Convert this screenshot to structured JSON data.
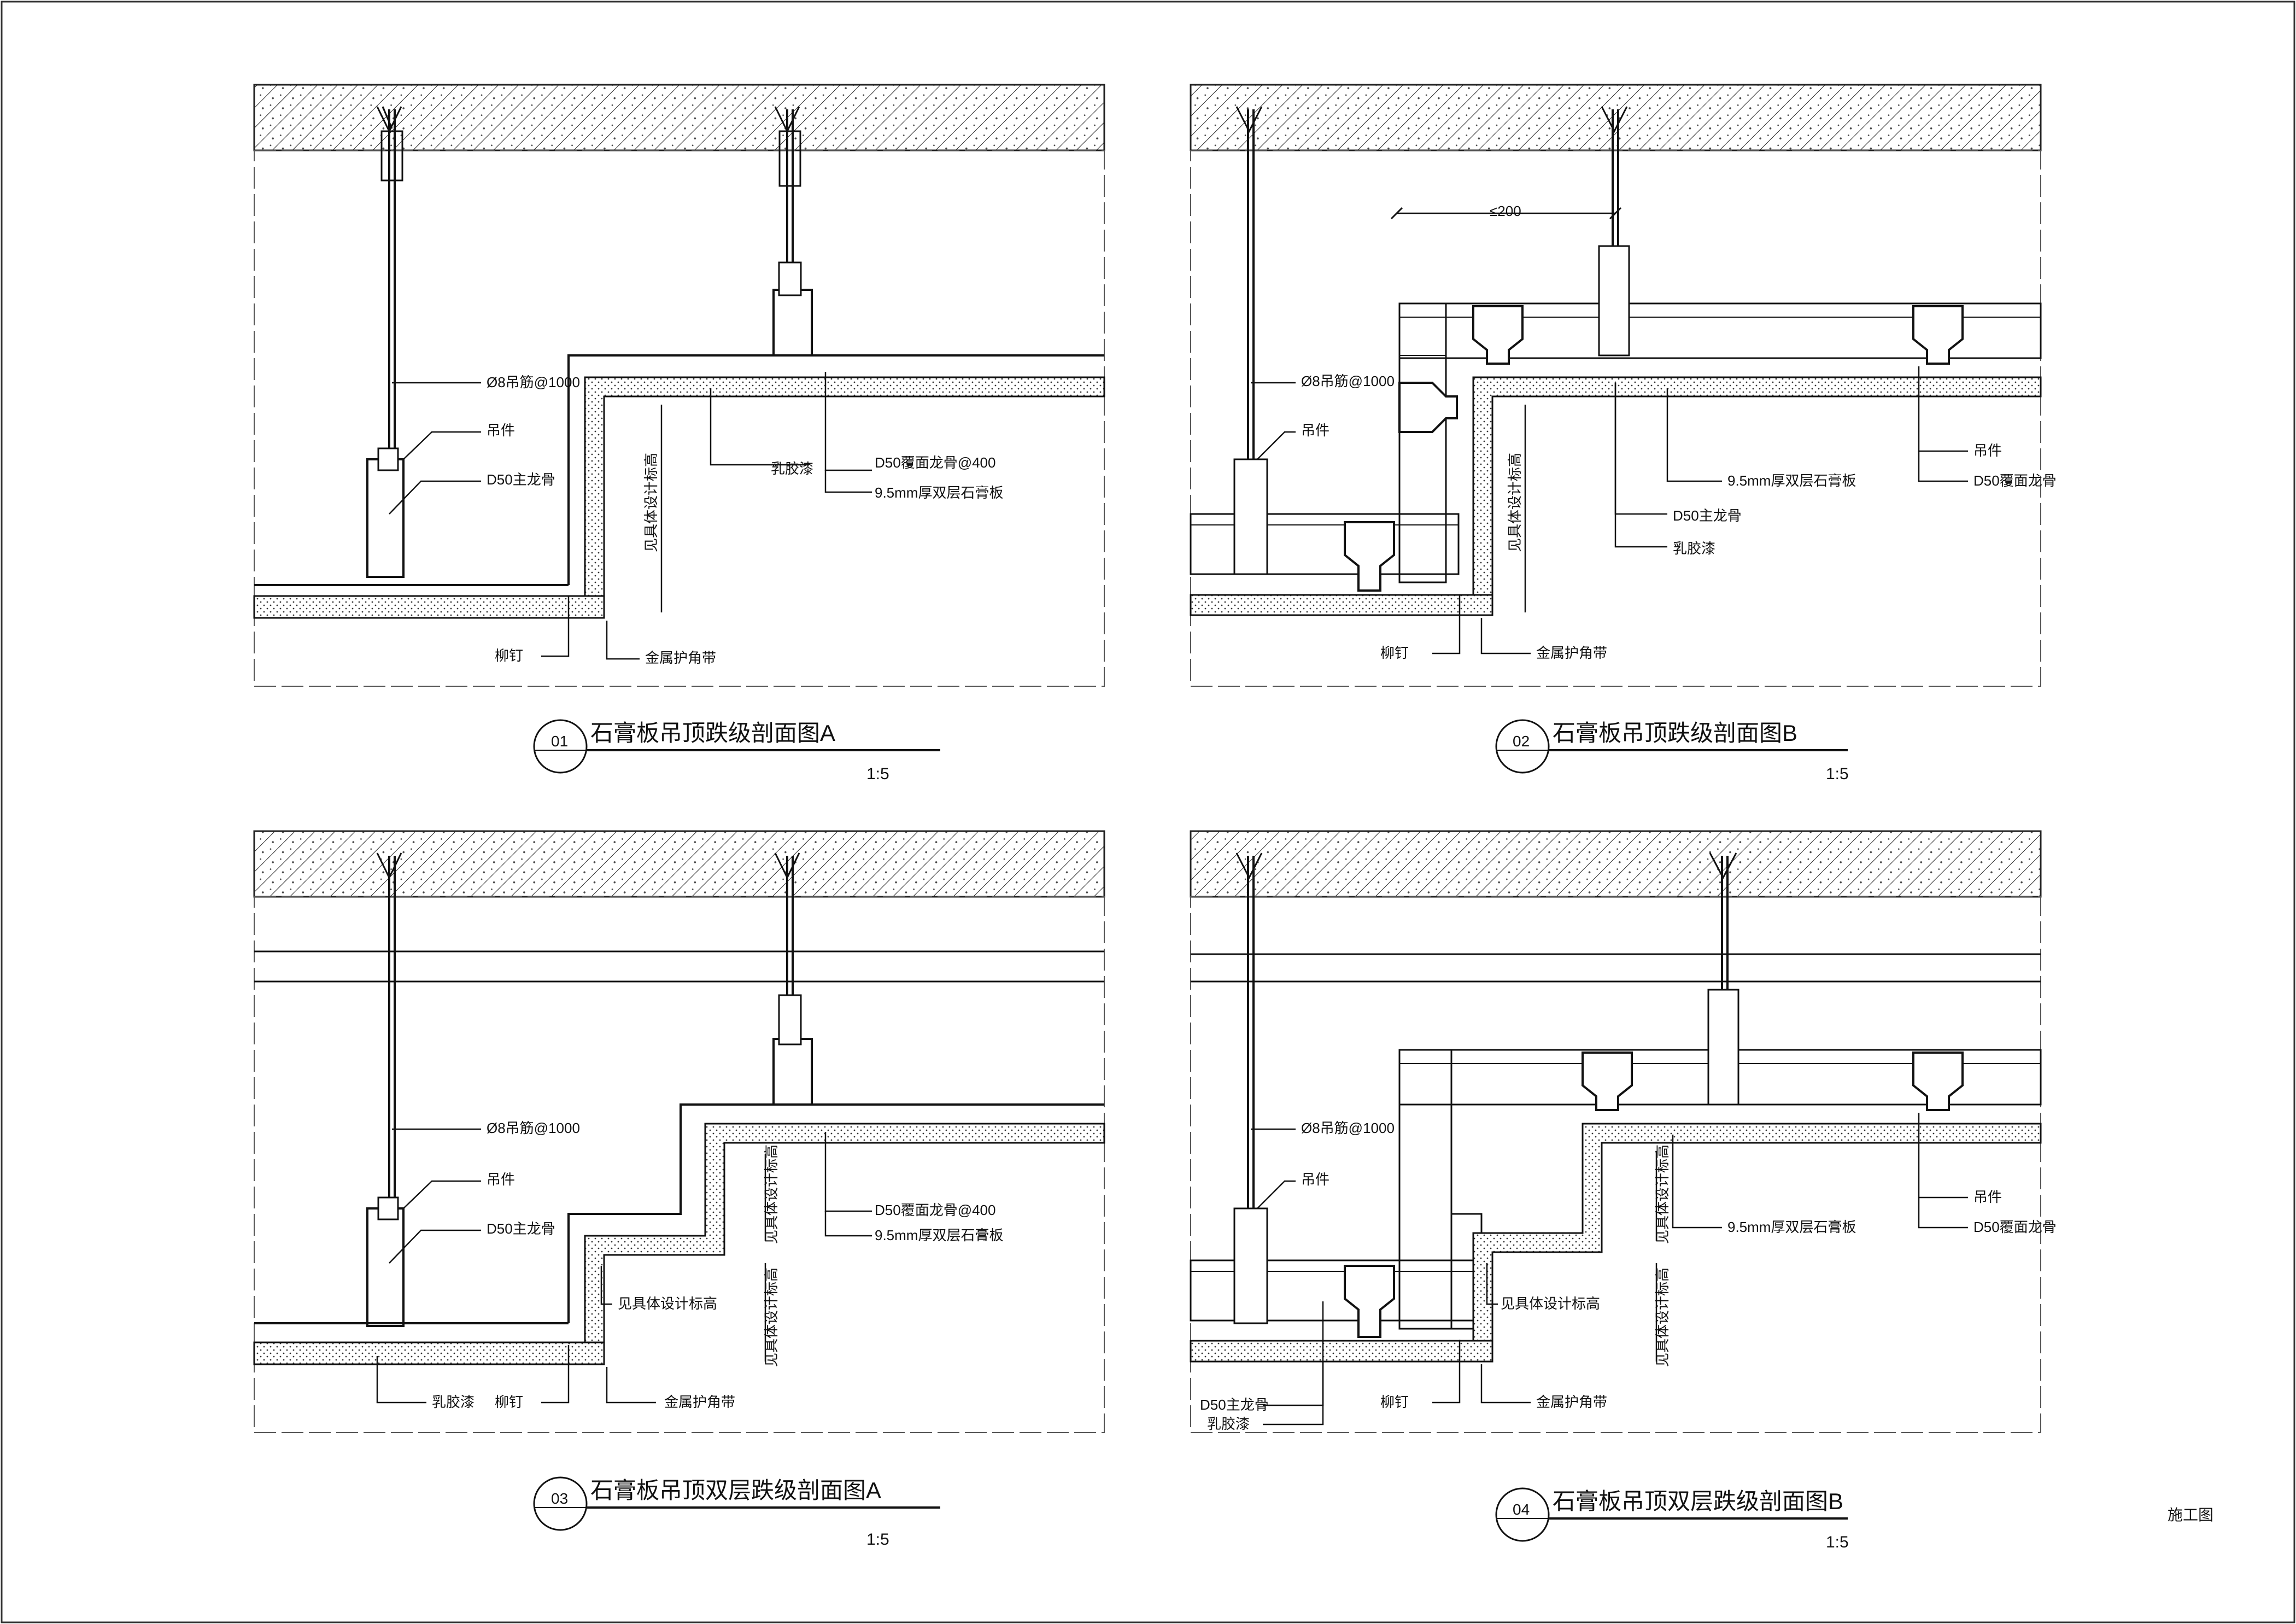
{
  "sheet_stamp": "施工图",
  "drawings": {
    "d01": {
      "number": "01",
      "title": "石膏板吊顶跌级剖面图A",
      "scale": "1:5",
      "labels": {
        "rod": "Ø8吊筋@1000",
        "hanger": "吊件",
        "main_keel": "D50主龙骨",
        "cover_keel": "D50覆面龙骨@400",
        "board": "9.5mm厚双层石膏板",
        "paint": "乳胶漆",
        "rivet": "柳钉",
        "corner": "金属护角带",
        "elevation": "见具体设计标高"
      }
    },
    "d02": {
      "number": "02",
      "title": "石膏板吊顶跌级剖面图B",
      "scale": "1:5",
      "labels": {
        "dim": "≤200",
        "rod": "Ø8吊筋@1000",
        "hanger_left": "吊件",
        "board": "9.5mm厚双层石膏板",
        "main_keel": "D50主龙骨",
        "paint": "乳胶漆",
        "hanger_right": "吊件",
        "cover_keel": "D50覆面龙骨",
        "rivet": "柳钉",
        "corner": "金属护角带",
        "elevation": "见具体设计标高"
      }
    },
    "d03": {
      "number": "03",
      "title": "石膏板吊顶双层跌级剖面图A",
      "scale": "1:5",
      "labels": {
        "rod": "Ø8吊筋@1000",
        "hanger": "吊件",
        "main_keel": "D50主龙骨",
        "cover_keel": "D50覆面龙骨@400",
        "board": "9.5mm厚双层石膏板",
        "elevation_a": "见具体设计标高",
        "elevation_b": "见具体设计标高",
        "elevation_c": "见具体设计标高",
        "paint": "乳胶漆",
        "rivet": "柳钉",
        "corner": "金属护角带"
      }
    },
    "d04": {
      "number": "04",
      "title": "石膏板吊顶双层跌级剖面图B",
      "scale": "1:5",
      "labels": {
        "rod": "Ø8吊筋@1000",
        "hanger_left": "吊件",
        "board": "9.5mm厚双层石膏板",
        "hanger_right": "吊件",
        "cover_keel": "D50覆面龙骨",
        "elevation_a": "见具体设计标高",
        "elevation_b": "见具体设计标高",
        "elevation_c": "见具体设计标高",
        "main_keel": "D50主龙骨",
        "paint": "乳胶漆",
        "rivet": "柳钉",
        "corner": "金属护角带"
      }
    }
  }
}
